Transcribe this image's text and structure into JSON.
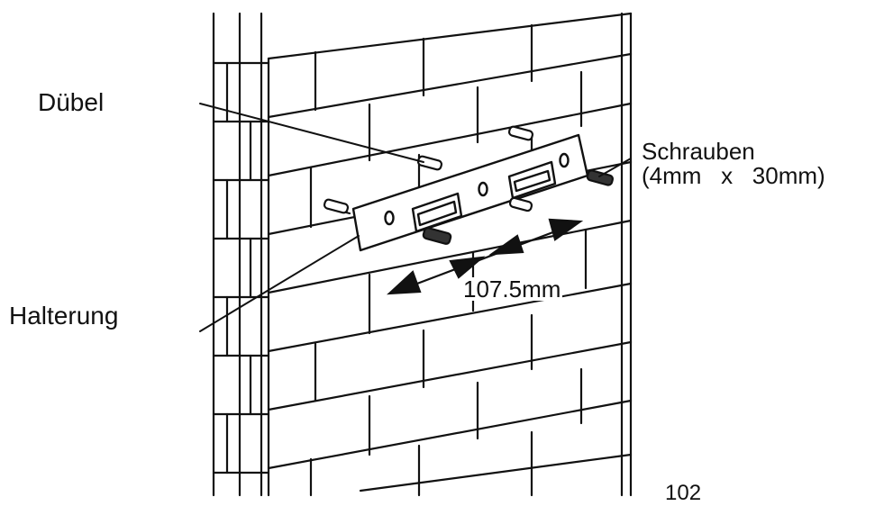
{
  "labels": {
    "dowel": "Dübel",
    "bracket": "Halterung",
    "screws_line1": "Schrauben",
    "screws_line2": "(4mm   x   30mm)",
    "dimension": "107.5mm",
    "page_number": "102"
  },
  "colors": {
    "ink": "#111111",
    "background": "#ffffff"
  }
}
